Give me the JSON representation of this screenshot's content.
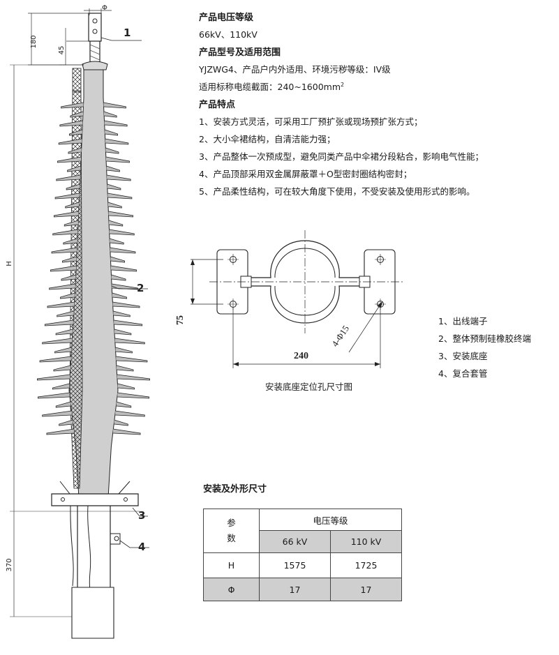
{
  "text": {
    "voltage_heading": "产品电压等级",
    "voltage_value": "66kV、110kV",
    "model_heading": "产品型号及适用范围",
    "model_line": "YJZWG4、产品户内外适用、环境污秽等级：IV级",
    "section_line_prefix": "适用标称电缆截面：240~1600mm",
    "section_line_sup": "2",
    "features_heading": "产品特点",
    "features": [
      "1、安装方式灵活，可采用工厂预扩张或现场预扩张方式；",
      "2、大小伞裙结构，自清洁能力强；",
      "3、产品整体一次预成型，避免同类产品中伞裙分段粘合，影响电气性能；",
      "4、产品顶部采用双金属屏蔽罩＋O型密封圈结构密封；",
      "5、产品柔性结构，可在较大角度下使用，不受安装及使用形式的影响。"
    ],
    "base_caption": "安装底座定位孔尺寸图",
    "legend": [
      "1、出线端子",
      "2、整体预制硅橡胶终端",
      "3、安装底座",
      "4、复合套管"
    ],
    "dims_heading": "安装及外形尺寸"
  },
  "drawing_labels": {
    "dim_180": "180",
    "dim_45": "45",
    "dim_h": "H",
    "dim_370": "370",
    "phi": "Φ",
    "part_1": "1",
    "part_2": "2",
    "part_3": "3",
    "part_4": "4",
    "dim_75": "75",
    "dim_240": "240",
    "dim_hole": "4-Φ15"
  },
  "table": {
    "param_label": "参\n数",
    "voltage_group": "电压等级",
    "col_66": "66 kV",
    "col_110": "110 kV",
    "rows": [
      {
        "label": "H",
        "v66": "1575",
        "v110": "1725"
      },
      {
        "label": "Φ",
        "v66": "17",
        "v110": "17"
      }
    ]
  }
}
